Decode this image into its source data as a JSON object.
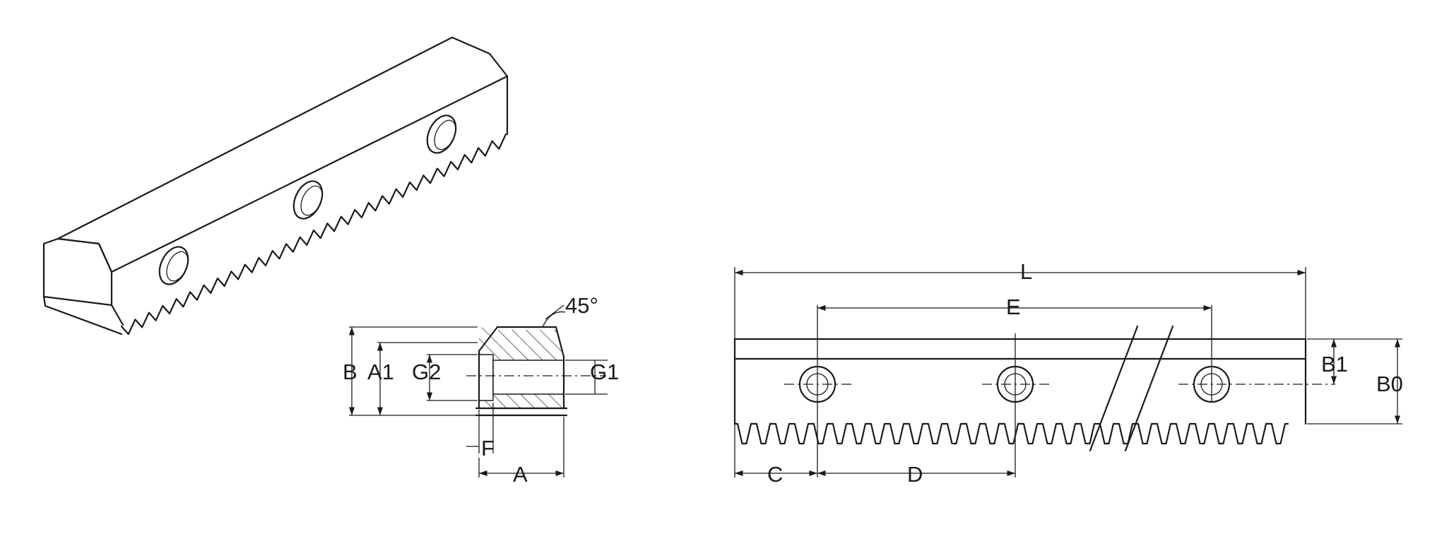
{
  "labels": {
    "angle": "45°",
    "B": "B",
    "A1": "A1",
    "G2": "G2",
    "G1": "G1",
    "F": "F",
    "A": "A",
    "L": "L",
    "E": "E",
    "B1": "B1",
    "B0": "B0",
    "C": "C",
    "D": "D"
  },
  "colors": {
    "ink": "#1a1a1a",
    "background": "#ffffff"
  }
}
